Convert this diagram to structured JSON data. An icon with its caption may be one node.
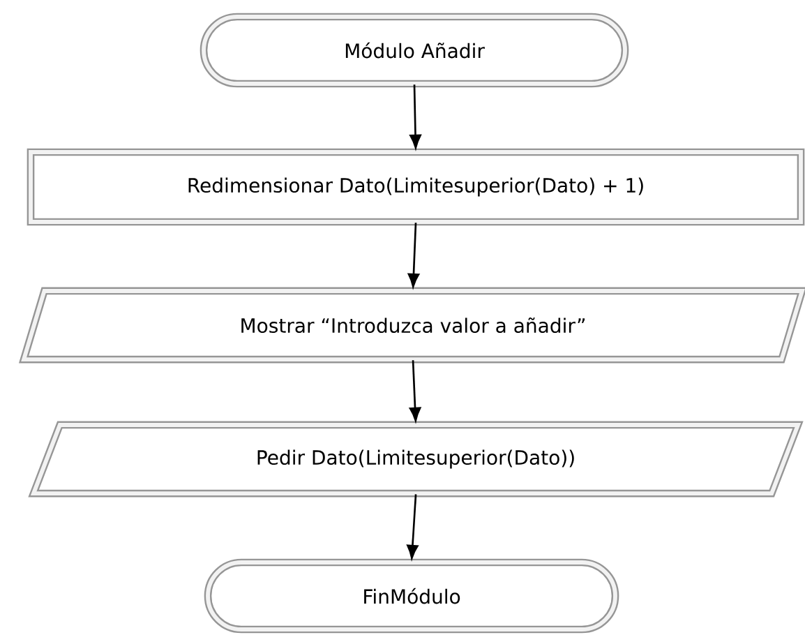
{
  "diagram": {
    "nodes": [
      {
        "text": [
          "Módulo Añadir"
        ]
      },
      {
        "text": [
          "Redimensionar Dato(Limitesuperior(Dato) + 1)"
        ]
      },
      {
        "text": [
          "Mostrar “Introduzca valor a añadir”"
        ]
      },
      {
        "text": [
          "Pedir Dato(Limitesuperior(Dato))"
        ]
      },
      {
        "text": [
          "FinMódulo"
        ]
      }
    ],
    "edges": [
      {
        "from": 0,
        "to": 1,
        "arrow": "to"
      },
      {
        "from": 1,
        "to": 2,
        "arrow": "to"
      },
      {
        "from": 2,
        "to": 3,
        "arrow": "to"
      },
      {
        "from": 3,
        "to": 4,
        "arrow": "to"
      }
    ]
  }
}
